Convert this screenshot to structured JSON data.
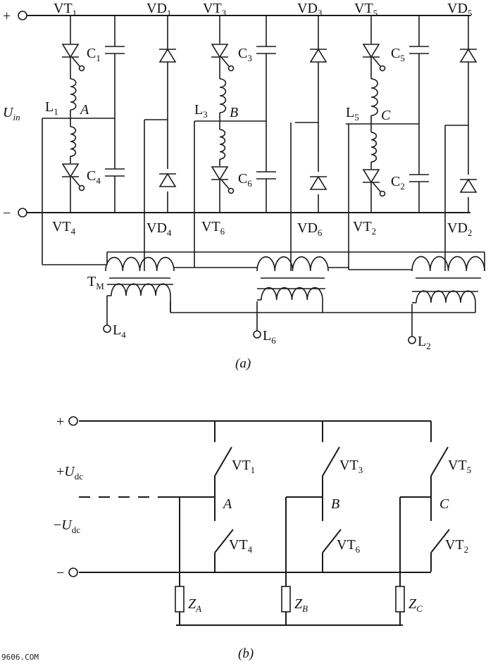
{
  "diagram_a": {
    "plus": "+",
    "minus": "−",
    "uin": {
      "main": "U",
      "sub": "in"
    },
    "legs": [
      {
        "node": "A",
        "thyr_top": [
          "VT",
          "1"
        ],
        "thyr_bot": [
          "VT",
          "4"
        ],
        "cap_top": [
          "C",
          "1"
        ],
        "cap_bot": [
          "C",
          "4"
        ],
        "diode_top": [
          "VD",
          "1"
        ],
        "diode_bot": [
          "VD",
          "4"
        ],
        "ind": [
          "L",
          "1"
        ],
        "out": [
          "L",
          "4"
        ]
      },
      {
        "node": "B",
        "thyr_top": [
          "VT",
          "3"
        ],
        "thyr_bot": [
          "VT",
          "6"
        ],
        "cap_top": [
          "C",
          "3"
        ],
        "cap_bot": [
          "C",
          "6"
        ],
        "diode_top": [
          "VD",
          "3"
        ],
        "diode_bot": [
          "VD",
          "6"
        ],
        "ind": [
          "L",
          "3"
        ],
        "out": [
          "L",
          "6"
        ]
      },
      {
        "node": "C",
        "thyr_top": [
          "VT",
          "5"
        ],
        "thyr_bot": [
          "VT",
          "2"
        ],
        "cap_top": [
          "C",
          "5"
        ],
        "cap_bot": [
          "C",
          "2"
        ],
        "diode_top": [
          "VD",
          "5"
        ],
        "diode_bot": [
          "VD",
          "2"
        ],
        "ind": [
          "L",
          "5"
        ],
        "out": [
          "L",
          "2"
        ]
      }
    ],
    "transformer": [
      "T",
      "M"
    ],
    "caption": "(a)"
  },
  "diagram_b": {
    "plus": "+",
    "minus": "−",
    "udc_plus": {
      "prefix": "+",
      "main": "U",
      "sub": "dc"
    },
    "udc_minus": {
      "prefix": "−",
      "main": "U",
      "sub": "dc"
    },
    "legs": [
      {
        "node": "A",
        "top": [
          "VT",
          "1"
        ],
        "bot": [
          "VT",
          "4"
        ],
        "load": [
          "Z",
          "A"
        ]
      },
      {
        "node": "B",
        "top": [
          "VT",
          "3"
        ],
        "bot": [
          "VT",
          "6"
        ],
        "load": [
          "Z",
          "B"
        ]
      },
      {
        "node": "C",
        "top": [
          "VT",
          "5"
        ],
        "bot": [
          "VT",
          "2"
        ],
        "load": [
          "Z",
          "C"
        ]
      }
    ],
    "caption": "(b)"
  },
  "watermark": "9606.COM"
}
